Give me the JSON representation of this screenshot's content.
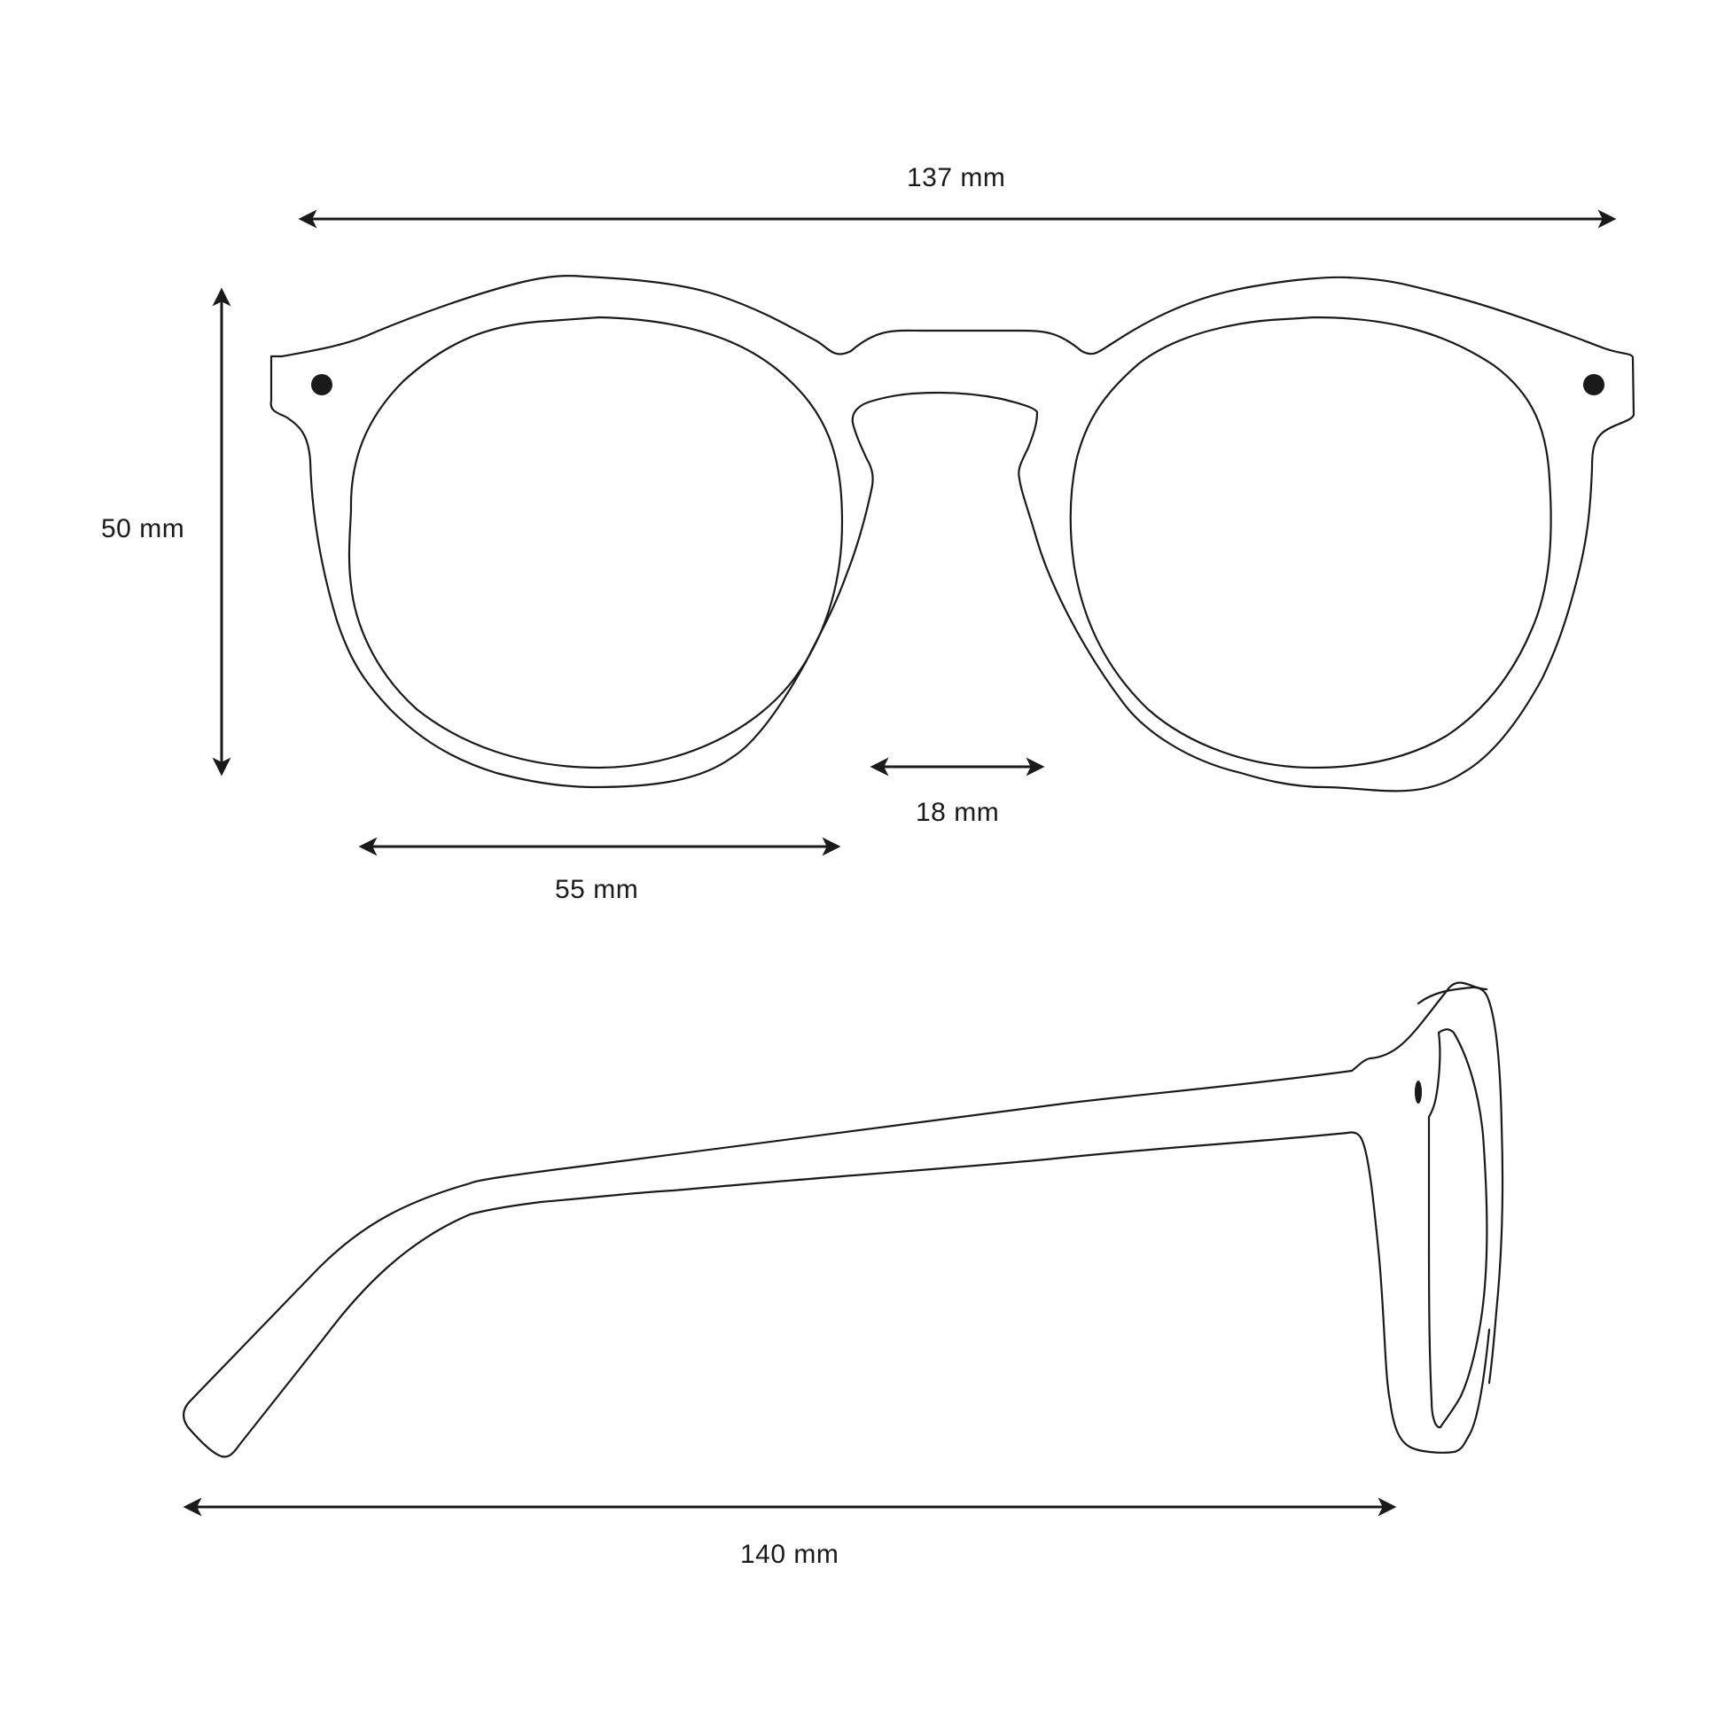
{
  "colors": {
    "line": "#1a1a1a",
    "background": "#ffffff"
  },
  "dimensions": {
    "total_width": "137 mm",
    "lens_height": "50 mm",
    "lens_width": "55 mm",
    "bridge_width": "18 mm",
    "temple_length": "140 mm"
  },
  "icons": [
    "hinge-pin-left-icon",
    "hinge-pin-right-icon",
    "hinge-pin-side-icon"
  ]
}
